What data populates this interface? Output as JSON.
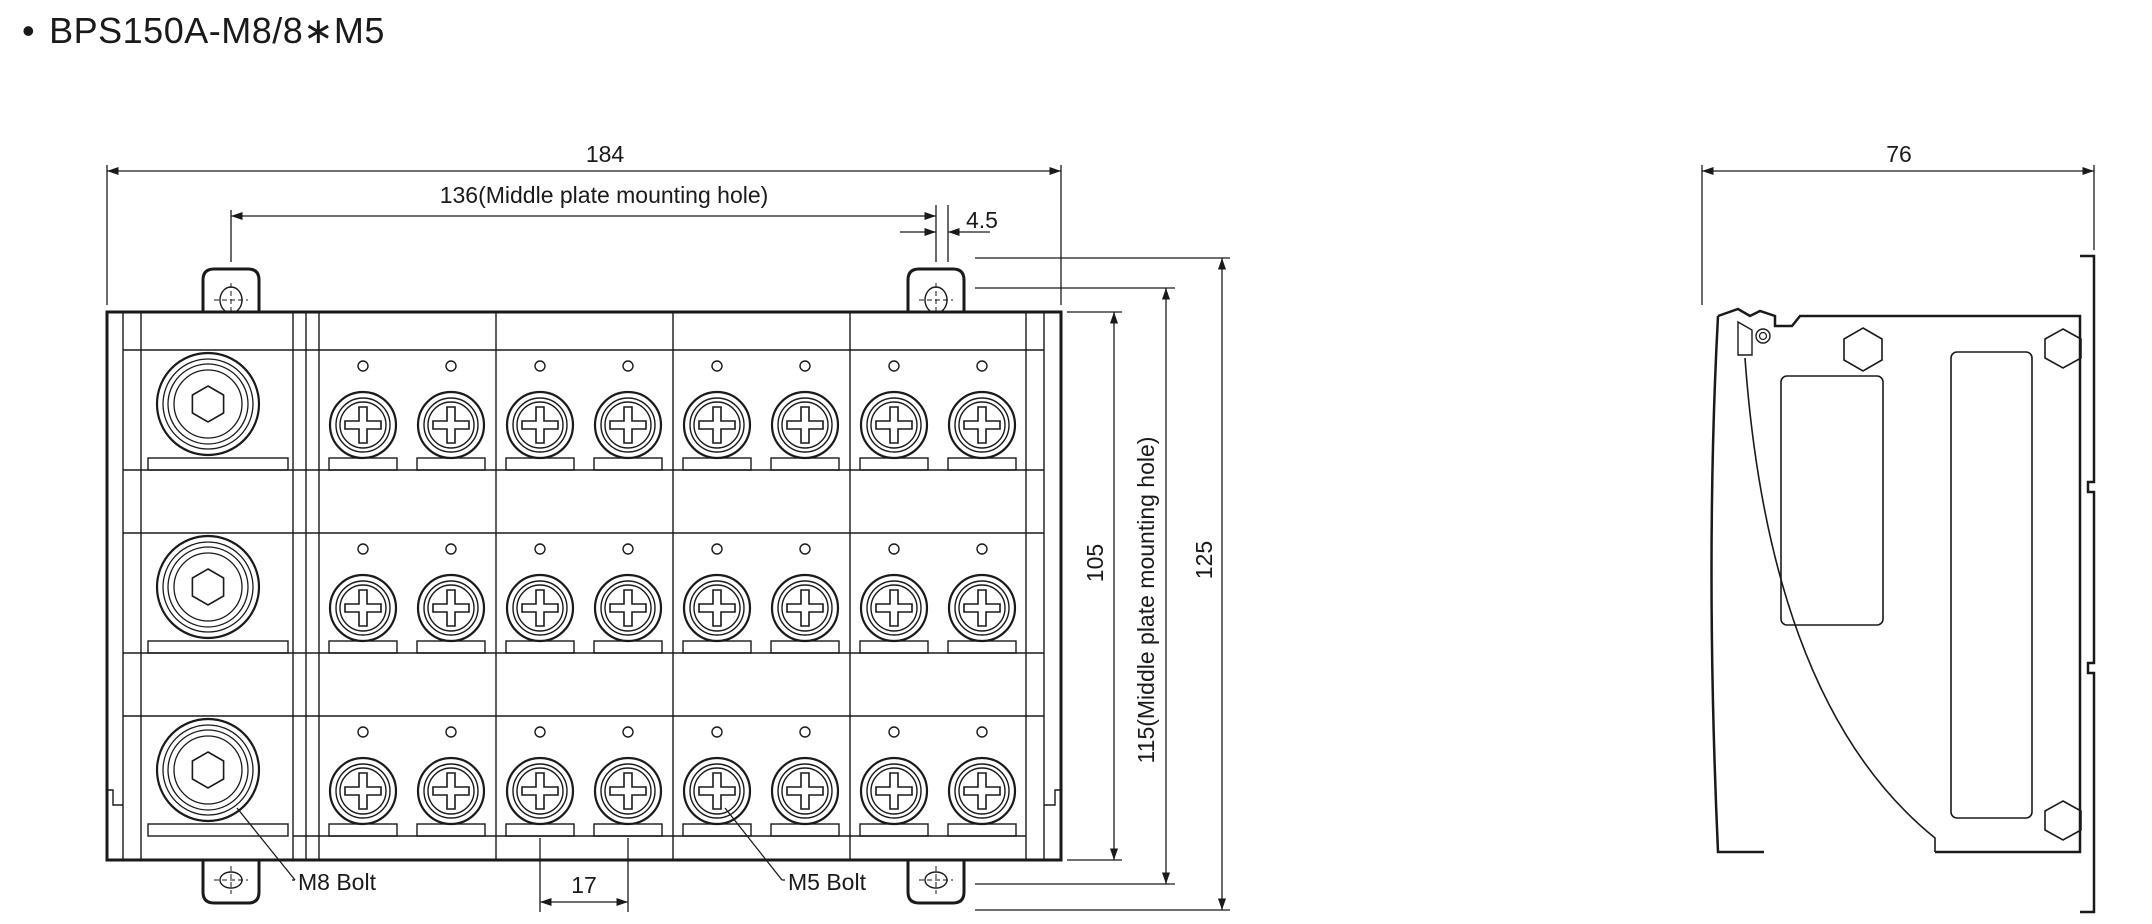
{
  "title": "BPS150A-M8/8∗M5",
  "bullet": "•",
  "front_view": {
    "dim_width": "184",
    "dim_mid_hole": "136(Middle plate mounting hole)",
    "dim_hole_dia": "4.5",
    "dim_pitch": "17",
    "dim_body_height": "105",
    "dim_mid_height": "115(Middle plate mounting hole)",
    "dim_total_height": "125",
    "label_m8": "M8 Bolt",
    "label_m5": "M5 Bolt"
  },
  "side_view": {
    "dim_depth": "76"
  }
}
